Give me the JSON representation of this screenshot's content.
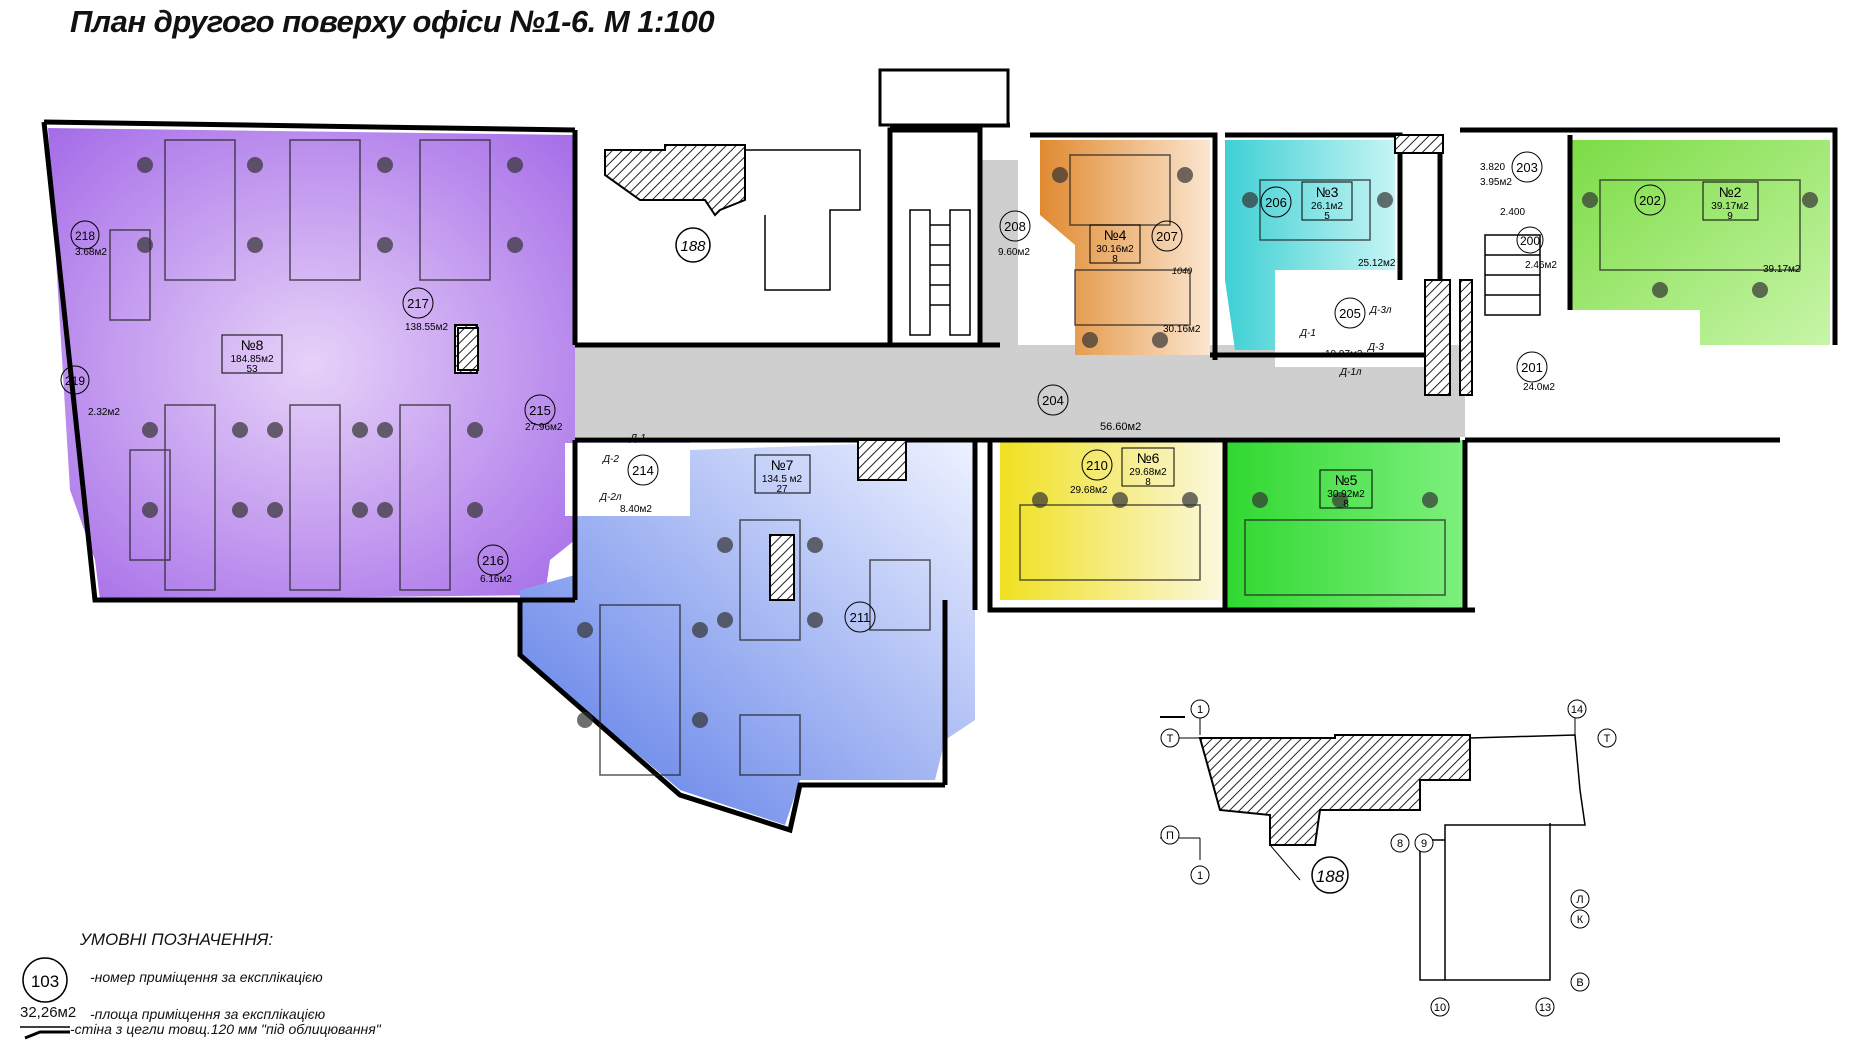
{
  "title": "План другого поверху офіси №1-6. М 1:100",
  "colors": {
    "office8": "#a56ce8",
    "office7": "#6f8ff0",
    "office4": "#e8a055",
    "office3": "#5ad8da",
    "office2": "#8ce65a",
    "office6": "#f2ea4a",
    "office5": "#4ee04e",
    "corridor": "#cfcfcf",
    "wall": "#000000"
  },
  "offices": [
    {
      "no": "№8",
      "area": "184.85м2",
      "count": "53",
      "room": "217",
      "room_area": "138.55м2"
    },
    {
      "no": "№7",
      "area": "134.5 м2",
      "count": "27",
      "room": "211"
    },
    {
      "no": "№4",
      "area": "30.16м2",
      "count": "8",
      "room": "207",
      "room_area": "30.16м2"
    },
    {
      "no": "№3",
      "area": "26.1м2",
      "count": "5",
      "room": "206",
      "room_area": "25.12м2"
    },
    {
      "no": "№2",
      "area": "39.17м2",
      "count": "9",
      "room": "202",
      "room_area": "39.17м2"
    },
    {
      "no": "№6",
      "area": "29.68м2",
      "count": "8",
      "room": "210",
      "room_area": "29.68м2"
    },
    {
      "no": "№5",
      "area": "30.92м2",
      "count": "8"
    }
  ],
  "rooms": [
    {
      "no": "218",
      "area": "3.68м2"
    },
    {
      "no": "219",
      "area": "2.32м2"
    },
    {
      "no": "215",
      "area": "27.96м2"
    },
    {
      "no": "216",
      "area": "6.16м2"
    },
    {
      "no": "214",
      "area": "8.40м2"
    },
    {
      "no": "208",
      "area": "9.60м2"
    },
    {
      "no": "204",
      "area": "56.60м2"
    },
    {
      "no": "205",
      "area": "10.97м2"
    },
    {
      "no": "203",
      "area": "3.95м2"
    },
    {
      "no": "200",
      "area": "2.46м2"
    },
    {
      "no": "201",
      "area": "24.0м2"
    }
  ],
  "building_ref": "188",
  "doors": [
    "Д-1",
    "Д-2",
    "Д-2л",
    "Д-1",
    "Д-3л",
    "Д-3",
    "Д-1л"
  ],
  "dims": [
    "1040",
    "2.400",
    "3.820"
  ],
  "key_plan": {
    "building": "188",
    "axes": [
      "1",
      "Т",
      "П",
      "1",
      "14",
      "Т",
      "8",
      "9",
      "Л",
      "К",
      "В",
      "10",
      "13"
    ]
  },
  "legend": {
    "heading": "УМОВНІ ПОЗНАЧЕННЯ:",
    "room_symbol": "103",
    "room_text": "-номер приміщення за експлікацією",
    "area_symbol": "32,26м2",
    "area_text": "-площа приміщення за експлікацією",
    "wall_text": "-стіна з цегли товщ.120 мм \"під облицювання\""
  }
}
